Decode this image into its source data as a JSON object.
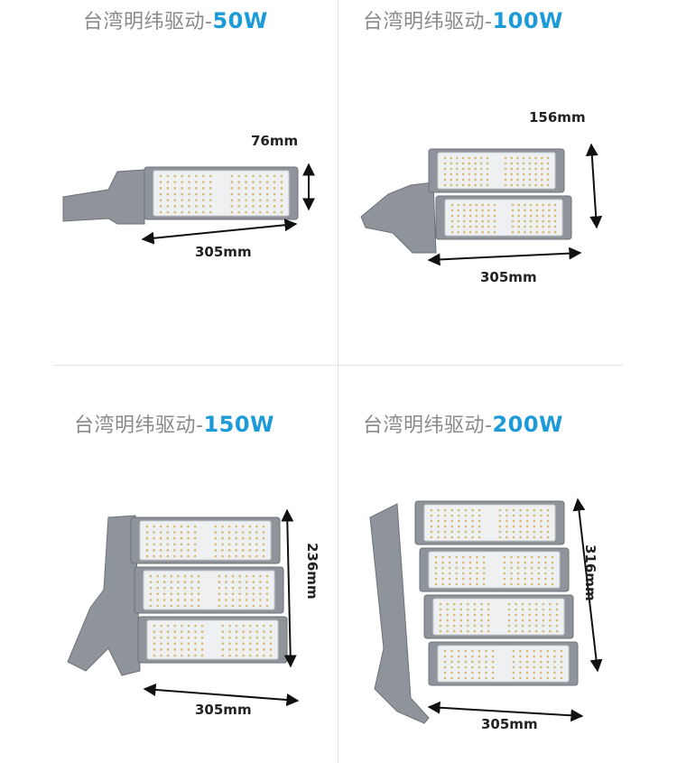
{
  "products": [
    {
      "prefix": "台湾明纬驱动-",
      "watt": "50W",
      "modules": 1,
      "width_label": "305mm",
      "height_label": "76mm"
    },
    {
      "prefix": "台湾明纬驱动-",
      "watt": "100W",
      "modules": 2,
      "width_label": "305mm",
      "height_label": "156mm"
    },
    {
      "prefix": "台湾明纬驱动-",
      "watt": "150W",
      "modules": 3,
      "width_label": "305mm",
      "height_label": "236mm"
    },
    {
      "prefix": "台湾明纬驱动-",
      "watt": "200W",
      "modules": 4,
      "width_label": "305mm",
      "height_label": "316mm"
    }
  ],
  "colors": {
    "title": "#8a8a8a",
    "accent": "#1d9bd8",
    "housing": "#8e949a",
    "lens": "#eef0f2"
  }
}
